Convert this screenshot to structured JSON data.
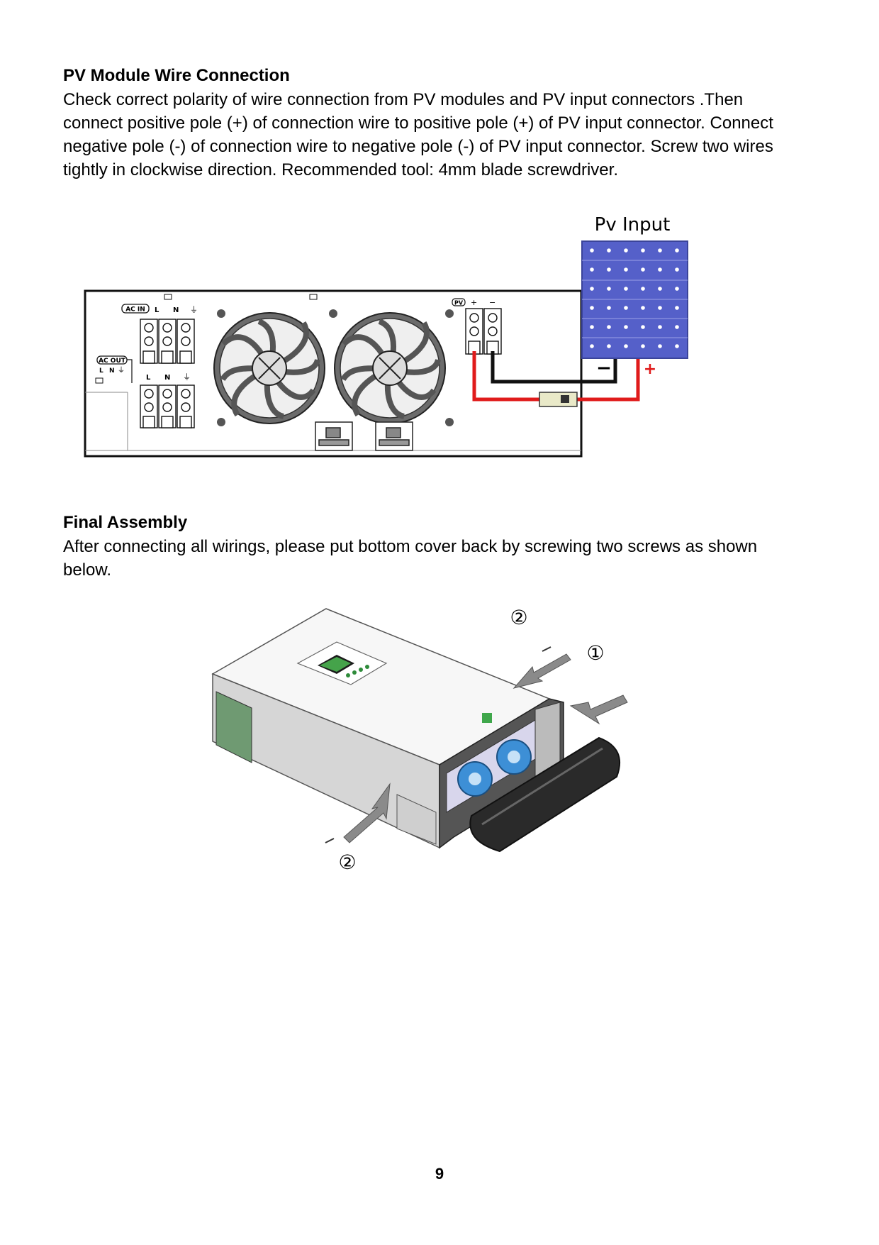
{
  "sections": [
    {
      "title": "PV Module Wire Connection",
      "lines": [
        "Check correct polarity of wire connection from PV modules and PV input connectors .Then",
        "connect positive pole (+) of connection wire to positive pole (+) of PV input connector. Connect",
        "negative pole (-) of connection wire to negative pole (-) of PV input connector. Screw two wires",
        "tightly in clockwise direction. Recommended tool: 4mm blade screwdriver."
      ]
    },
    {
      "title": "Final Assembly",
      "lines": [
        "After connecting all wirings, please put bottom cover back by screwing two screws as shown",
        "below."
      ]
    }
  ],
  "figure1": {
    "pv_input_label": "Pv Input",
    "ac_in_label": "AC IN",
    "ac_out_label": "AC OUT",
    "pv_label": "PV",
    "terminal_L": "L",
    "terminal_N": "N",
    "plus": "+",
    "minus": "−",
    "ground": "⏚",
    "panel_minus": "−",
    "panel_plus": "+",
    "colors": {
      "positive_wire": "#e01b1b",
      "negative_wire": "#111111",
      "panel": "#5560c9"
    }
  },
  "figure2": {
    "step_1": "①",
    "step_2a": "②",
    "step_2b": "②"
  },
  "page_number": "9"
}
